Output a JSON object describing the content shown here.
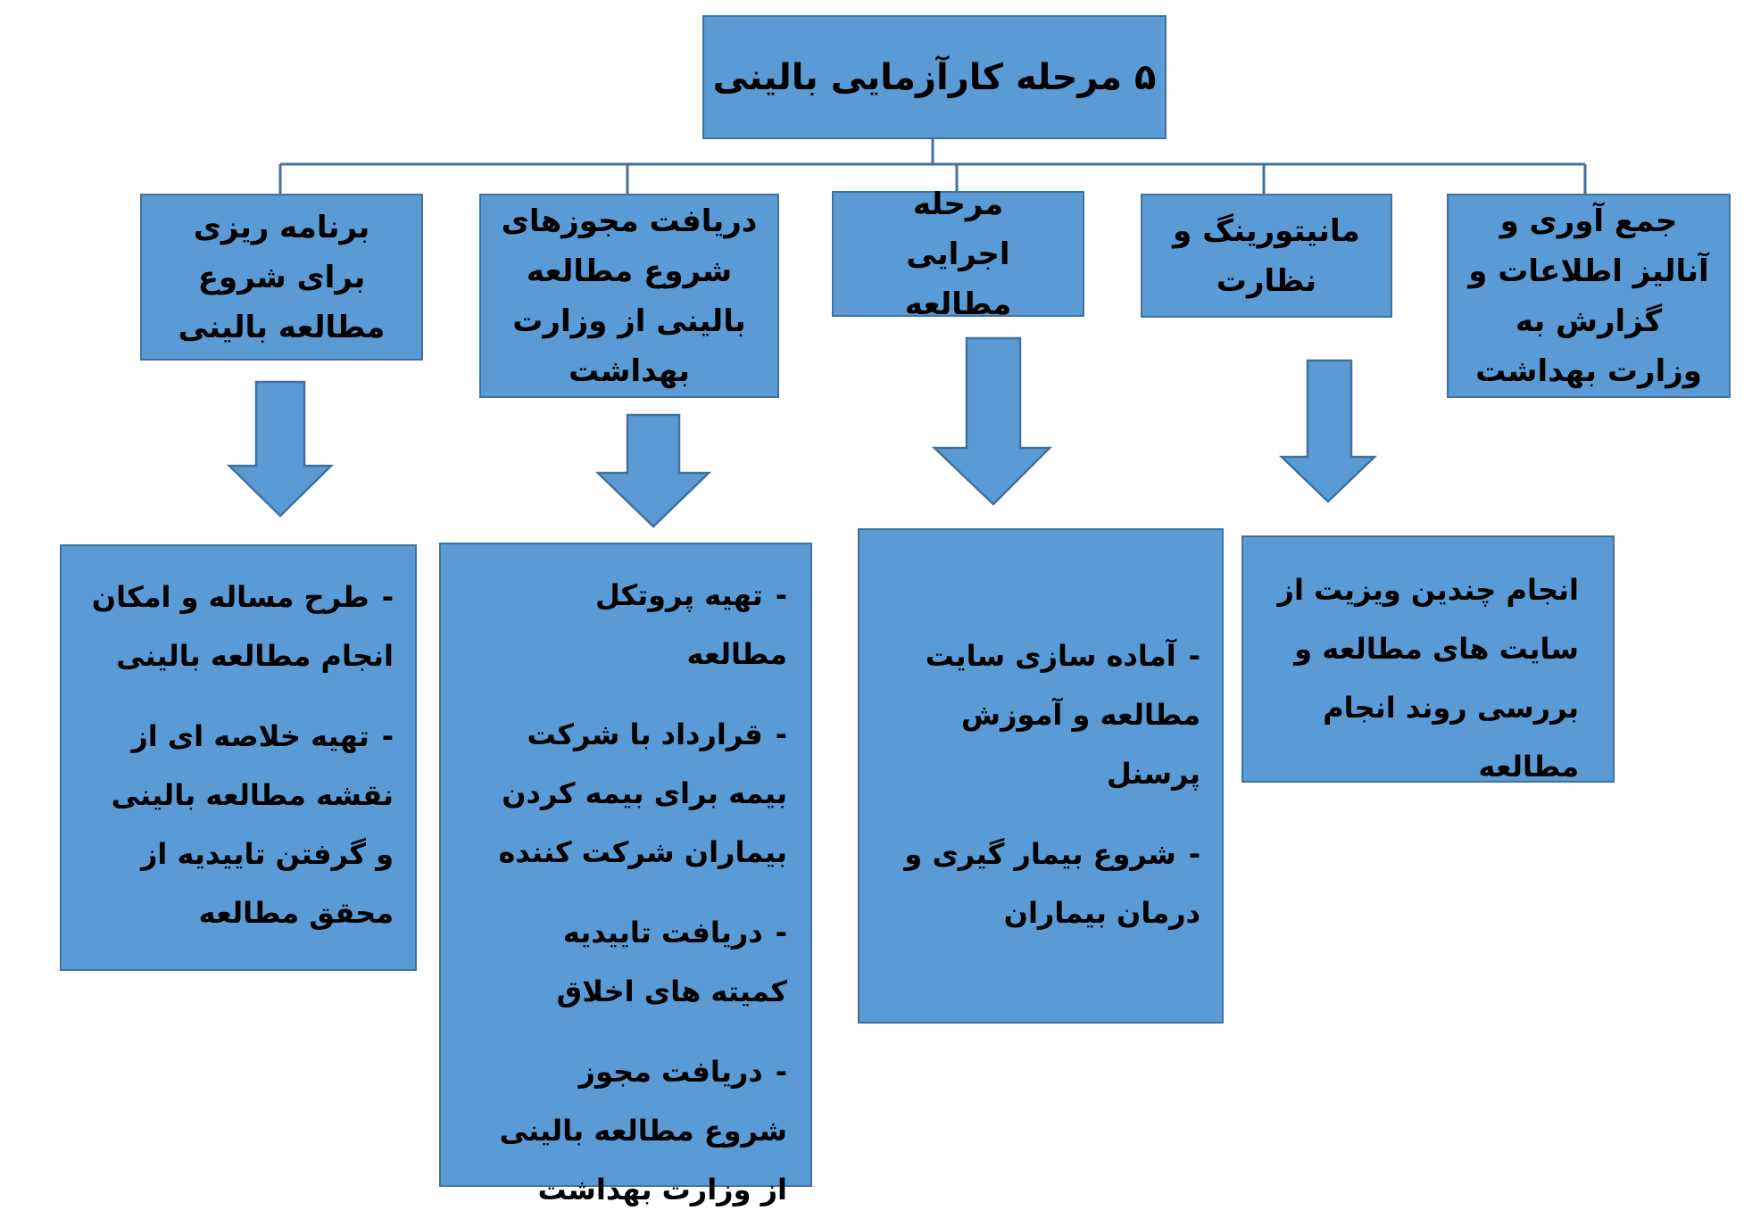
{
  "title": "۵ مرحله کارآزمایی بالینی",
  "stages": [
    {
      "label": "جمع آوری و آنالیز اطلاعات و گزارش به وزارت بهداشت"
    },
    {
      "label": "مانیتورینگ و نظارت"
    },
    {
      "label": "مرحله اجرایی مطالعه"
    },
    {
      "label": "دریافت مجوزهای شروع مطالعه بالینی از وزارت بهداشت"
    },
    {
      "label": "برنامه ریزی برای شروع مطالعه بالینی"
    }
  ],
  "details": {
    "monitoring": "انجام چندین ویزیت از سایت های مطالعه و بررسی روند انجام مطالعه",
    "execution": [
      "آماده سازی سایت مطالعه و آموزش پرسنل",
      "شروع بیمار گیری و درمان بیماران"
    ],
    "permits": [
      "تهیه پروتکل مطالعه",
      "قرارداد با شرکت بیمه برای بیمه کردن بیماران شرکت کننده",
      "دریافت تاییدیه کمیته های اخلاق",
      "دریافت مجوز شروع مطالعه بالینی از وزارت بهداشت"
    ],
    "planning": [
      "طرح مساله و امکان انجام مطالعه بالینی",
      "تهیه خلاصه ای از نقشه مطالعه بالینی و گرفتن تاییدیه از محقق مطالعه"
    ]
  },
  "colors": {
    "fill": "#5b9bd5",
    "stroke": "#41719c",
    "connector": "#41719c"
  }
}
